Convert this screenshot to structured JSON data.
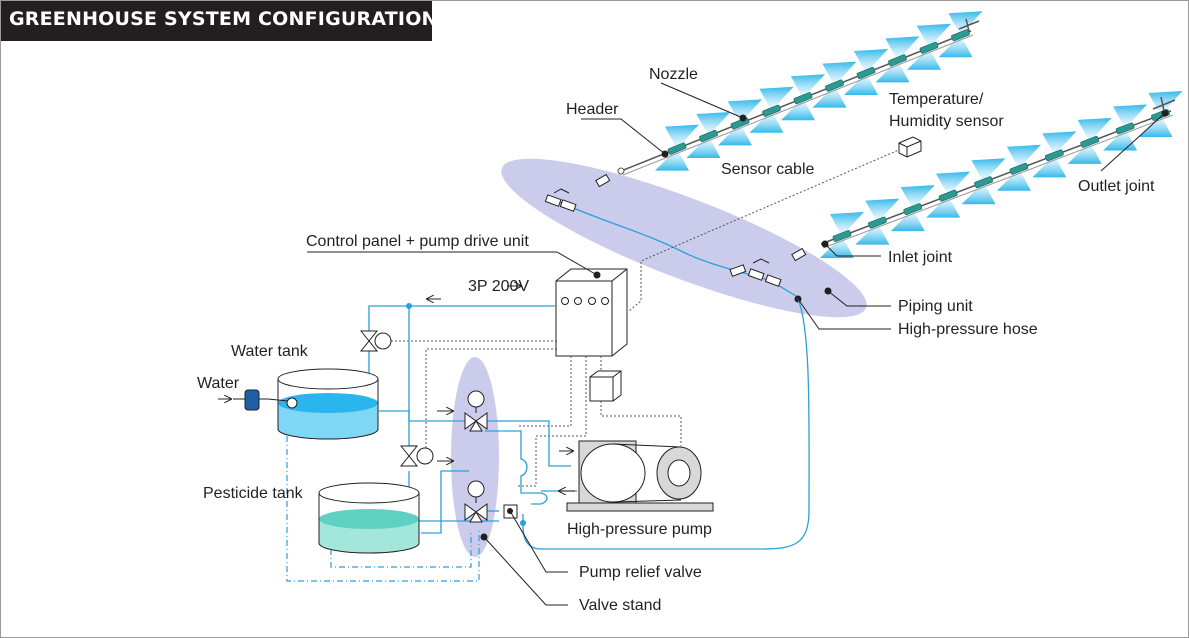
{
  "title": "GREENHOUSE SYSTEM CONFIGURATION",
  "labels": {
    "nozzle": "Nozzle",
    "header": "Header",
    "temp_sensor_line1": "Temperature/",
    "temp_sensor_line2": "Humidity sensor",
    "sensor_cable": "Sensor cable",
    "outlet_joint": "Outlet joint",
    "inlet_joint": "Inlet joint",
    "control_panel": "Control panel + pump drive unit",
    "power": "3P 200V",
    "piping_unit": "Piping unit",
    "high_pressure_hose": "High-pressure hose",
    "water_tank": "Water tank",
    "water": "Water",
    "pesticide_tank": "Pesticide tank",
    "high_pressure_pump": "High-pressure pump",
    "pump_relief_valve": "Pump relief valve",
    "valve_stand": "Valve stand"
  },
  "colors": {
    "title_bg": "#231f20",
    "pipe": "#2aa0dc",
    "water": "#29b6ef",
    "pesticide": "#5fd1c2",
    "highlight": "#c5c7ea",
    "mist": "#7fd6f5",
    "nozzle": "#2a9a92"
  }
}
